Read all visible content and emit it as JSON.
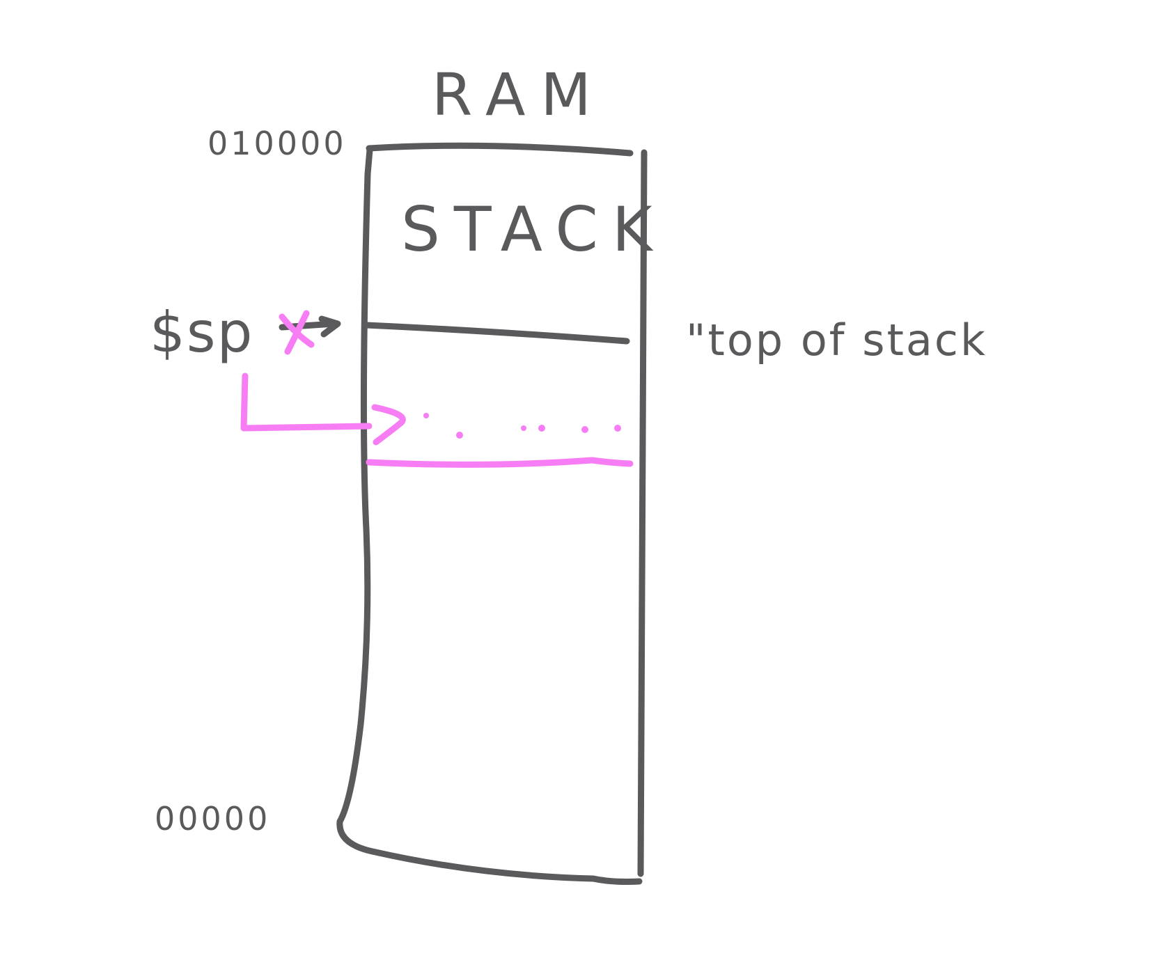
{
  "diagram": {
    "title": "RAM",
    "region_label": "STACK",
    "address_top": "010000",
    "address_bottom": "00000",
    "register_label": "$sp",
    "annotation": "\"top of stack",
    "colors": {
      "ink": "#5a5a5c",
      "highlight": "#f77df4",
      "background": "#ffffff"
    }
  }
}
